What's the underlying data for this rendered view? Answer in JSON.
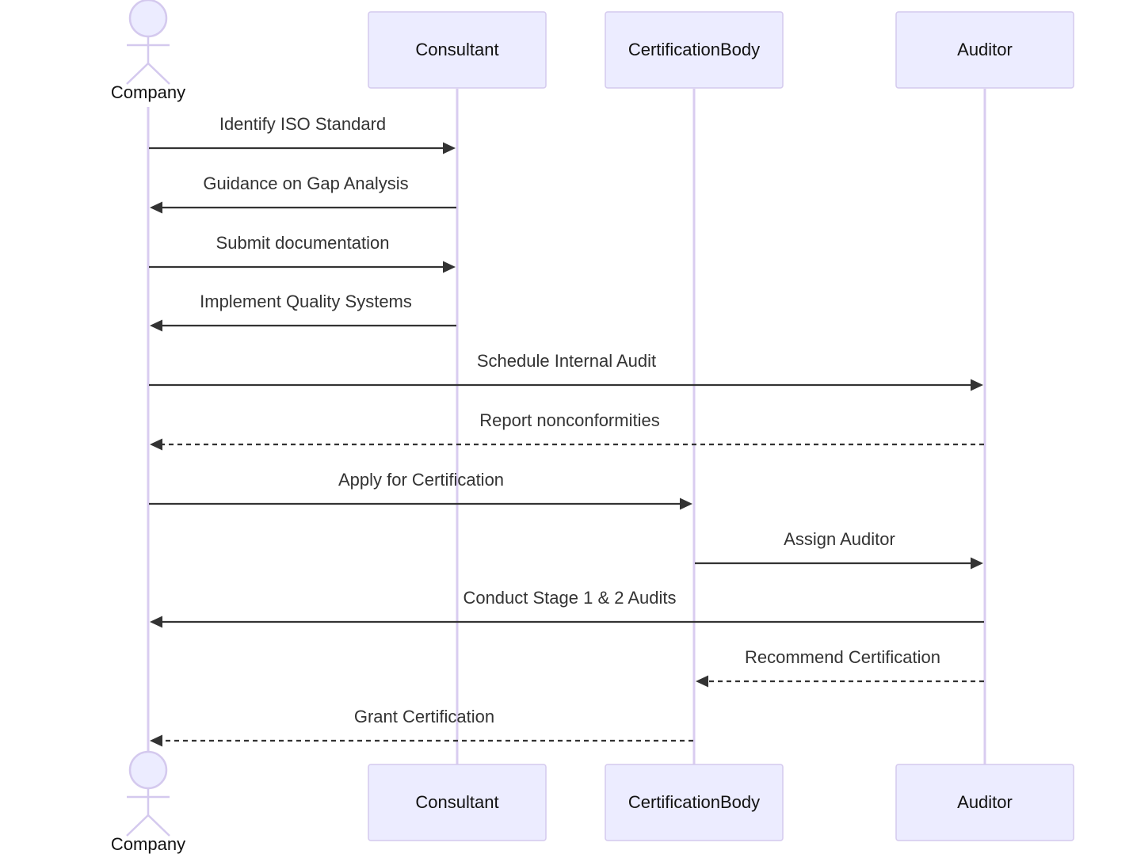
{
  "participants": [
    {
      "id": "company",
      "label": "Company",
      "kind": "actor"
    },
    {
      "id": "consultant",
      "label": "Consultant",
      "kind": "box"
    },
    {
      "id": "certbody",
      "label": "CertificationBody",
      "kind": "box"
    },
    {
      "id": "auditor",
      "label": "Auditor",
      "kind": "box"
    }
  ],
  "messages": [
    {
      "from": "company",
      "to": "consultant",
      "label": "Identify ISO Standard",
      "style": "solid"
    },
    {
      "from": "consultant",
      "to": "company",
      "label": "Guidance on Gap Analysis",
      "style": "solid"
    },
    {
      "from": "company",
      "to": "consultant",
      "label": "Submit documentation",
      "style": "solid"
    },
    {
      "from": "consultant",
      "to": "company",
      "label": "Implement Quality Systems",
      "style": "solid"
    },
    {
      "from": "company",
      "to": "auditor",
      "label": "Schedule Internal Audit",
      "style": "solid"
    },
    {
      "from": "auditor",
      "to": "company",
      "label": "Report nonconformities",
      "style": "dashed"
    },
    {
      "from": "company",
      "to": "certbody",
      "label": "Apply for Certification",
      "style": "solid"
    },
    {
      "from": "certbody",
      "to": "auditor",
      "label": "Assign Auditor",
      "style": "solid"
    },
    {
      "from": "auditor",
      "to": "company",
      "label": "Conduct Stage 1 & 2 Audits",
      "style": "solid"
    },
    {
      "from": "auditor",
      "to": "certbody",
      "label": "Recommend Certification",
      "style": "dashed"
    },
    {
      "from": "certbody",
      "to": "company",
      "label": "Grant Certification",
      "style": "dashed"
    }
  ],
  "colors": {
    "box_fill": "#ececff",
    "box_stroke": "#d4c9ee",
    "lifeline": "#d9ccf0",
    "message": "#333333"
  }
}
